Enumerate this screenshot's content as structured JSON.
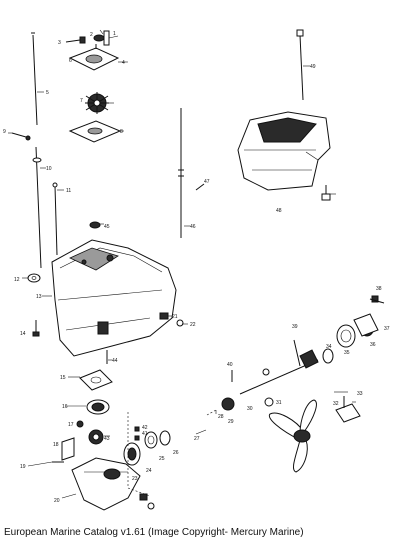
{
  "caption": "European Marine Catalog v1.61 (Image Copyright- Mercury Marine)",
  "callouts": [
    "1",
    "2",
    "3",
    "4",
    "5",
    "6",
    "7",
    "8",
    "9",
    "10",
    "11",
    "12",
    "13",
    "14",
    "15",
    "16",
    "17",
    "18",
    "19",
    "20",
    "21",
    "22",
    "23",
    "24",
    "25",
    "26",
    "27",
    "28",
    "29",
    "30",
    "31",
    "32",
    "33",
    "34",
    "35",
    "36",
    "37",
    "38",
    "39",
    "40",
    "41",
    "42",
    "43",
    "44",
    "45",
    "46",
    "47",
    "48",
    "49"
  ]
}
